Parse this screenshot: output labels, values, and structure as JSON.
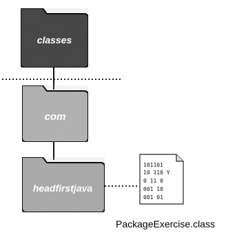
{
  "folders": {
    "classes": {
      "label": "classes",
      "color": "#4a4a4a"
    },
    "com": {
      "label": "com",
      "color": "#b8b8b8"
    },
    "headfirstjava": {
      "label": "headfirstjava",
      "color": "#b0b0b0"
    }
  },
  "file": {
    "name": "PackageExercise.class",
    "binary_lines": [
      "101101",
      "10 110 Y",
      "0 11 0",
      "001 10",
      "001 01"
    ]
  }
}
